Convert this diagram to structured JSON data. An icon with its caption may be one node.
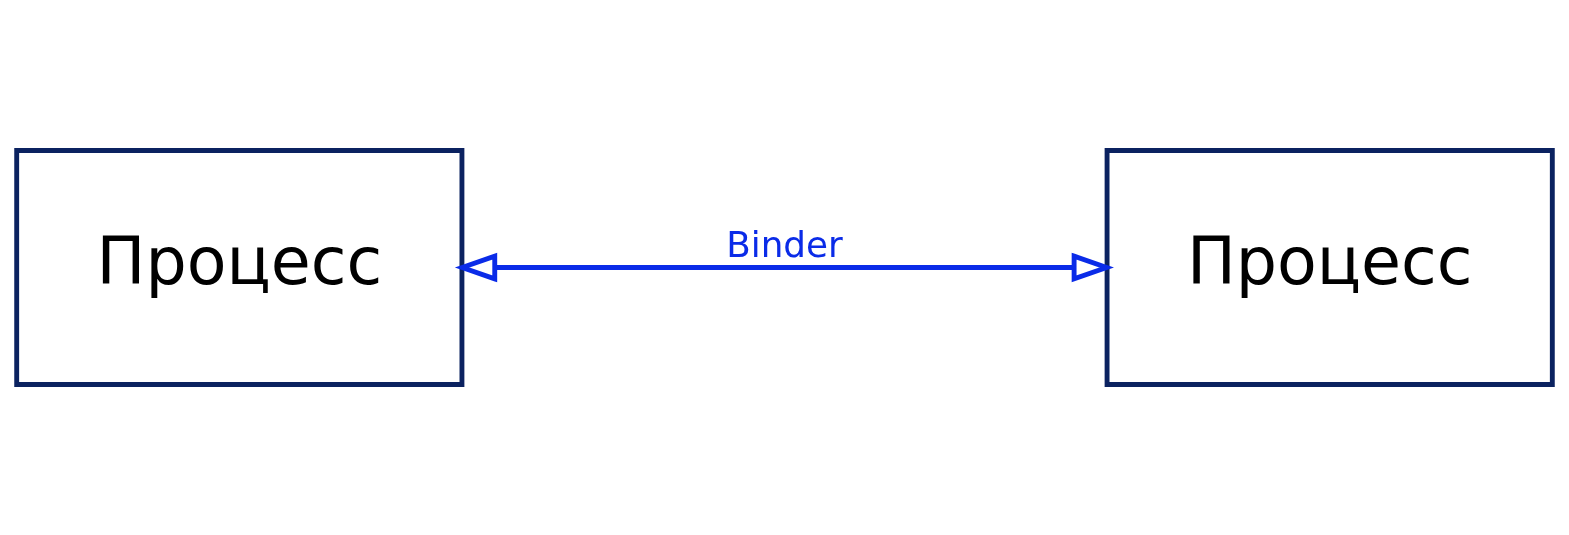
{
  "diagram": {
    "nodes": [
      {
        "text": [
          "Процесс"
        ]
      },
      {
        "text": [
          "Процесс"
        ]
      }
    ],
    "edges": [
      {
        "from": 0,
        "to": 1,
        "arrow": "both",
        "label": "Binder",
        "color": "#0a2be8"
      }
    ]
  }
}
